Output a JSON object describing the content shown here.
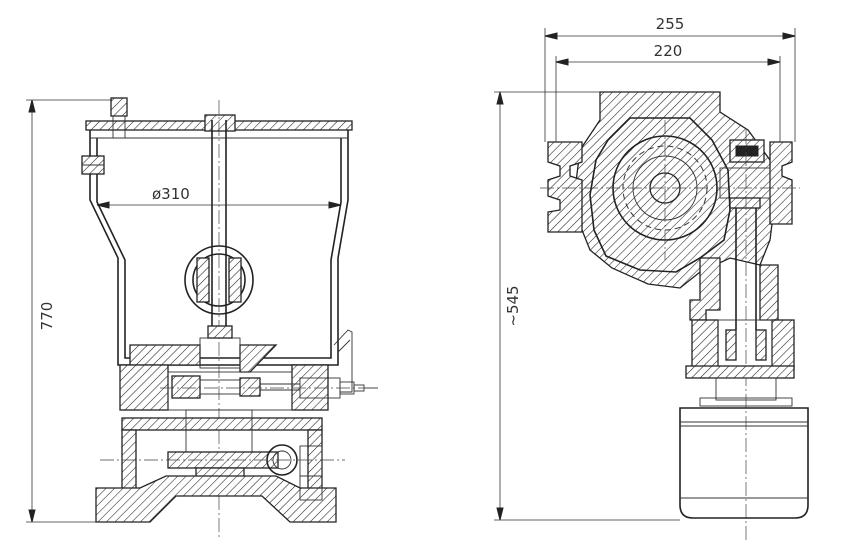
{
  "front_view": {
    "height_label": "770",
    "diameter_label": "ø310"
  },
  "side_view": {
    "outer_width_label": "255",
    "inner_width_label": "220",
    "height_label": "~545"
  }
}
